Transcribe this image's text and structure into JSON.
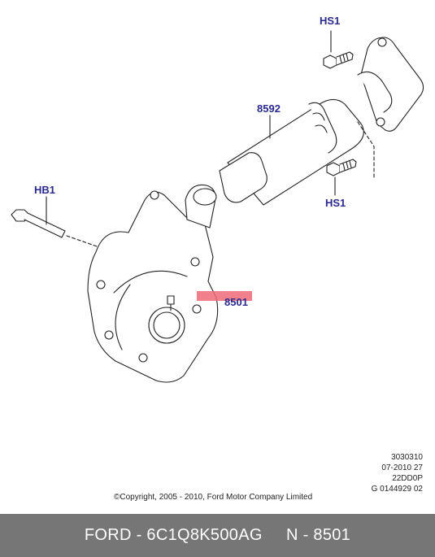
{
  "callouts": {
    "hs1_top": "HS1",
    "part_8592": "8592",
    "hb1": "HB1",
    "hs1_bottom": "HS1",
    "part_8501": "8501"
  },
  "meta": {
    "line1": "3030310",
    "line2": "07-2010 27",
    "line3": "22DD0P",
    "line4": "G 0144929 02"
  },
  "copyright": "©Copyright, 2005 - 2010, Ford Motor Company Limited",
  "footer": {
    "text": "FORD - 6C1Q8K500AG     N - 8501"
  },
  "colors": {
    "callout": "#2b2a8c",
    "footer_bg": "#767676",
    "highlight": "#f06a78"
  }
}
